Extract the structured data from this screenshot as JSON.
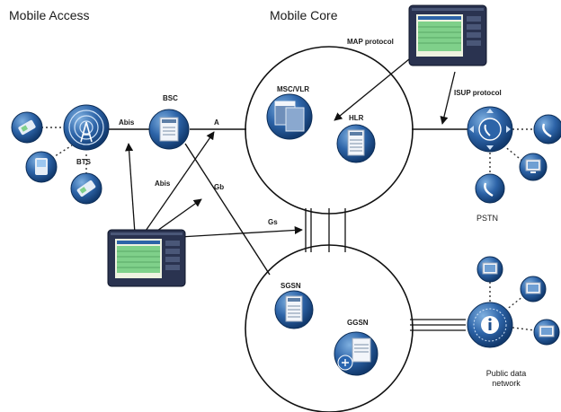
{
  "sections": {
    "access": "Mobile Access",
    "core": "Mobile Core"
  },
  "nodes": {
    "bsc": "BSC",
    "bts": "BTS",
    "msc": "MSC/VLR",
    "hlr": "HLR",
    "sgsn": "SGSN",
    "ggsn": "GGSN",
    "pstn": "PSTN",
    "pdn": "Public data network"
  },
  "links": {
    "abis_top": "Abis",
    "abis_mid": "Abis",
    "a": "A",
    "gb": "Gb",
    "gs": "Gs",
    "map": "MAP protocol",
    "isup": "ISUP protocol"
  },
  "colors": {
    "node_blue": "#1d4e8c",
    "node_light": "#6f9fd3",
    "tester_body": "#2a3350",
    "screen_green": "#7fd08a",
    "line": "#111111"
  },
  "icons": {
    "bts": "radio-tower-icon",
    "bsc": "controller-icon",
    "msc": "database-icon",
    "hlr": "server-icon",
    "sgsn": "server-icon",
    "ggsn": "router-server-icon",
    "pstn": "telephone-switch-icon",
    "pdn": "network-globe-icon",
    "tester": "protocol-analyzer-icon",
    "mobile": "mobile-phone-icon",
    "pda": "pda-icon",
    "phone": "telephone-icon",
    "pc": "desktop-pc-icon"
  }
}
